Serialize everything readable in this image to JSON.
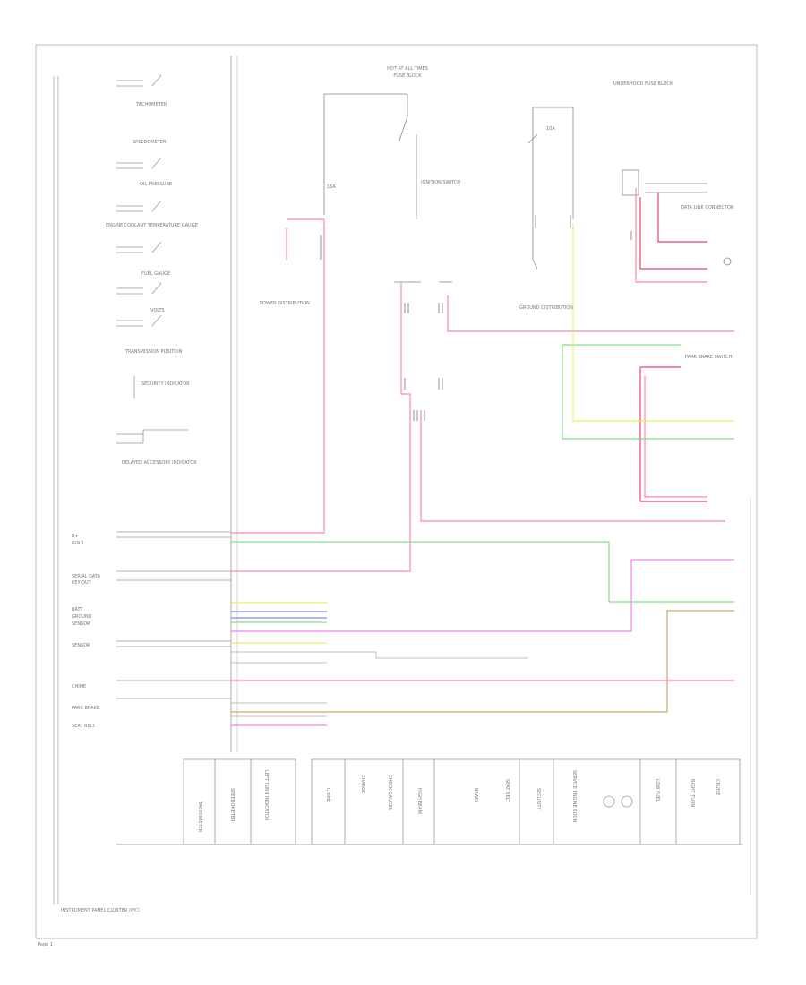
{
  "diagram": {
    "title": "INSTRUMENT PANEL CLUSTER (IPC)",
    "page_number": "Page 1",
    "left_labels": [
      "TACHOMETER",
      "SPEEDOMETER",
      "OIL PRESSURE",
      "ENGINE COOLANT TEMPERATURE GAUGE",
      "FUEL GAUGE",
      "VOLTS",
      "TRANSMISSION POSITION",
      "SECURITY INDICATOR",
      "DELAYED ACCESSORY INDICATOR"
    ],
    "signal_labels": [
      "B+",
      "IGN 1",
      "SERIAL DATA",
      "KEY OUT",
      "BATT",
      "GROUND",
      "SENSOR",
      "SENSOR",
      "CHIME",
      "PARK BRAKE",
      "SEAT BELT"
    ],
    "top_labels": {
      "hot_at_all_times": "HOT AT ALL TIMES",
      "fuse_block": "FUSE BLOCK",
      "ign_switch": "IGNITION SWITCH",
      "fuse_15a": "15A",
      "fuse_10a": "10A",
      "underhood": "UNDERHOOD FUSE BLOCK",
      "power_distribution": "POWER DISTRIBUTION",
      "data_link": "DATA LINK CONNECTOR",
      "ground_dist": "GROUND DISTRIBUTION",
      "park_brake": "PARK BRAKE SWITCH"
    },
    "bottom_cells": [
      "TACHOMETER",
      "SPEEDOMETER",
      "LEFT TURN INDICATOR",
      "CHIME",
      "CHARGE",
      "CHECK GAUGES",
      "HIGH BEAM",
      "BRAKE",
      "SEAT BELT",
      "SECURITY",
      "SERVICE ENGINE SOON",
      "LOW FUEL",
      "RIGHT TURN",
      "CRUISE"
    ],
    "wire_colors": {
      "pink": "#ff88aa",
      "red": "#ee4466",
      "green": "#88dd88",
      "yellow": "#eeee66",
      "magenta": "#ee88ee",
      "tan": "#ccaa66",
      "gray": "#999999",
      "blue": "#8888ee"
    }
  }
}
